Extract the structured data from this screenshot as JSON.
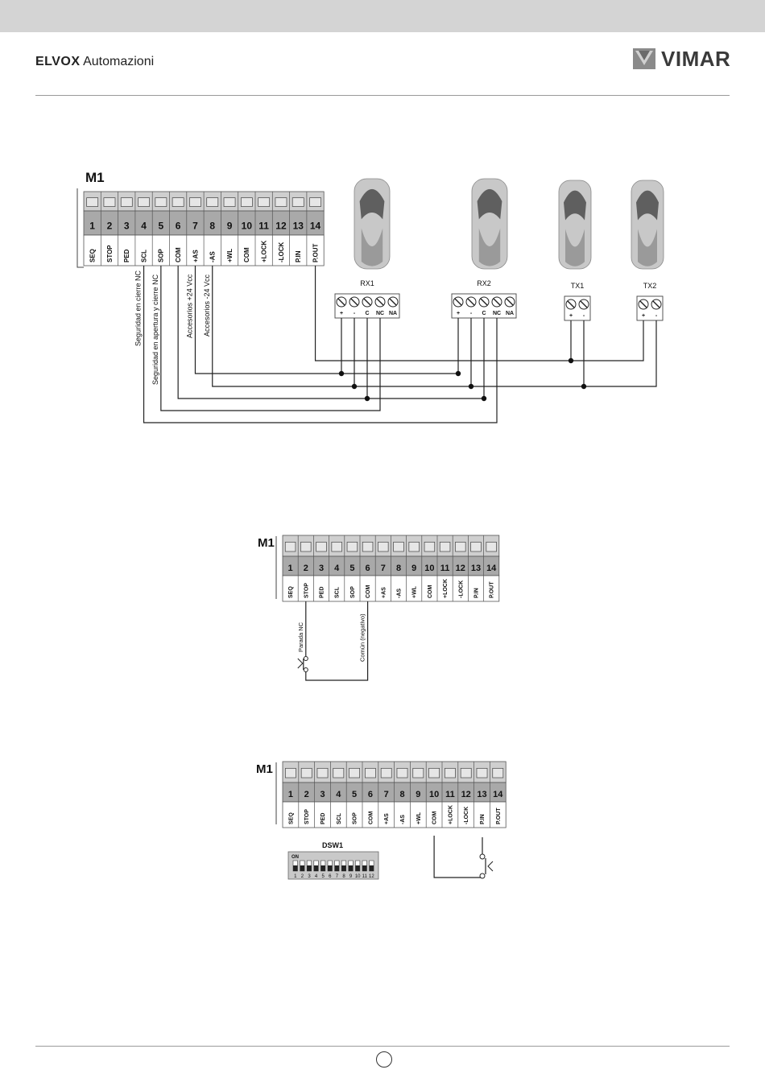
{
  "header": {
    "brand_bold": "ELVOX",
    "brand_light": "Automazioni",
    "logo_text": "VIMAR"
  },
  "terminals": [
    {
      "num": "1",
      "label": "SEQ"
    },
    {
      "num": "2",
      "label": "STOP"
    },
    {
      "num": "3",
      "label": "PED"
    },
    {
      "num": "4",
      "label": "SCL"
    },
    {
      "num": "5",
      "label": "SOP"
    },
    {
      "num": "6",
      "label": "COM"
    },
    {
      "num": "7",
      "label": "+AS"
    },
    {
      "num": "8",
      "label": "-AS"
    },
    {
      "num": "9",
      "label": "+WL"
    },
    {
      "num": "10",
      "label": "COM"
    },
    {
      "num": "11",
      "label": "+LOCK"
    },
    {
      "num": "12",
      "label": "-LOCK"
    },
    {
      "num": "13",
      "label": "P.IN"
    },
    {
      "num": "14",
      "label": "P.OUT"
    }
  ],
  "diagram1": {
    "board_label": "M1",
    "wire_labels": [
      "Seguridad en cierre NC",
      "Seguridad en apertura y cierre NC",
      "Accesorios +24 Vcc",
      "Accesorios -24 Vcc"
    ],
    "devices": [
      {
        "name": "RX1",
        "pins": [
          "+",
          "-",
          "C",
          "NC",
          "NA"
        ]
      },
      {
        "name": "RX2",
        "pins": [
          "+",
          "-",
          "C",
          "NC",
          "NA"
        ]
      },
      {
        "name": "TX1",
        "pins": [
          "+",
          "-"
        ]
      },
      {
        "name": "TX2",
        "pins": [
          "+",
          "-"
        ]
      }
    ]
  },
  "diagram2": {
    "board_label": "M1",
    "wire_labels": [
      "Parada NC",
      "Común (negativo)"
    ]
  },
  "diagram3": {
    "board_label": "M1",
    "dip_title": "DSW1",
    "dip_on": "ON",
    "dip_numbers": [
      "1",
      "2",
      "3",
      "4",
      "5",
      "6",
      "7",
      "8",
      "9",
      "10",
      "11",
      "12"
    ]
  },
  "colors": {
    "terminal_block": "#cfcfcf",
    "terminal_dark": "#a9a9a9",
    "line": "#222222",
    "sensor": "#b5b5b5"
  }
}
